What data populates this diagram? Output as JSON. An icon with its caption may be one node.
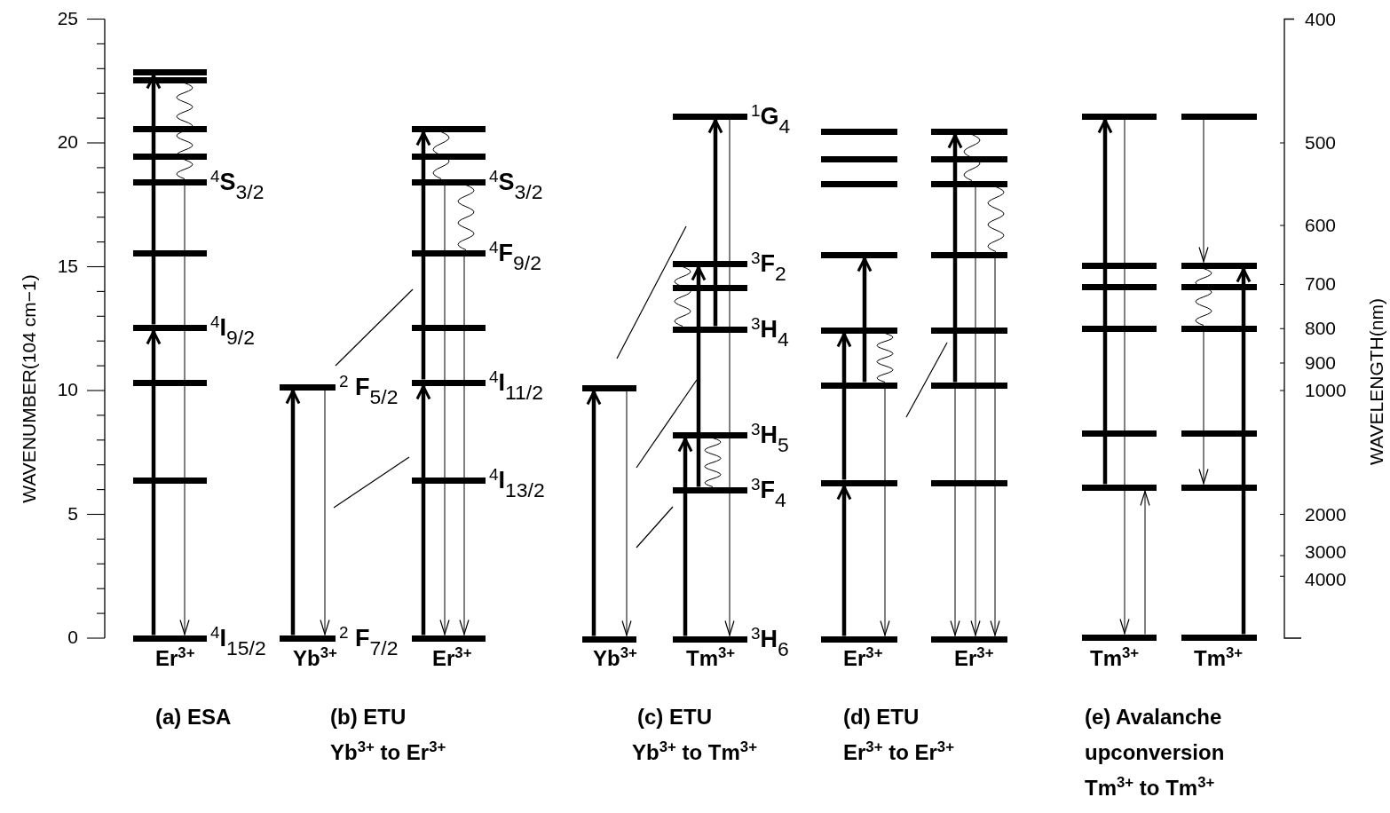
{
  "diagram": {
    "nodes": [
      {
        "text": [],
        "shape": "bar"
      },
      {
        "text": [],
        "shape": "bar"
      },
      {
        "text": [],
        "shape": "bar"
      },
      {
        "text": [],
        "shape": "bar"
      },
      {
        "text": [
          "$^{4}$S$_{3/2}$"
        ]
      },
      {
        "text": [],
        "shape": "bar"
      },
      {
        "text": [
          "$^{4}$I$_{9/2}$"
        ]
      },
      {
        "text": [],
        "shape": "bar"
      },
      {
        "text": [],
        "shape": "bar"
      },
      {
        "text": [
          "$^{4}$I$_{15/2}$"
        ]
      },
      {
        "text": [
          "$^{2}$ F$_{5/2}$"
        ]
      },
      {
        "text": [
          "$^{2}$ F$_{7/2}$"
        ]
      },
      {
        "text": [],
        "shape": "bar"
      },
      {
        "text": [],
        "shape": "bar"
      },
      {
        "text": [
          "$^{4}$S$_{3/2}$"
        ]
      },
      {
        "text": [
          "$^{4}$F$_{9/2}$"
        ]
      },
      {
        "text": [],
        "shape": "bar"
      },
      {
        "text": [
          "$^{4}$I$_{11/2}$"
        ]
      },
      {
        "text": [
          "$^{4}$I$_{13/2}$"
        ]
      },
      {
        "text": [],
        "shape": "bar"
      },
      {
        "text": [],
        "shape": "bar"
      },
      {
        "text": [],
        "shape": "bar"
      },
      {
        "text": [
          "$^{1}$G$_{4}$"
        ]
      },
      {
        "text": [
          "$^{3}$F$_{2}$"
        ]
      },
      {
        "text": [],
        "shape": "bar"
      },
      {
        "text": [
          "$^{3}$H$_{4}$"
        ]
      },
      {
        "text": [
          "$^{3}$H$_{5}$"
        ]
      },
      {
        "text": [
          "$^{3}$F$_{4}$"
        ]
      },
      {
        "text": [
          "$^{3}$H$_{6}$"
        ]
      },
      {
        "text": [],
        "shape": "bar"
      },
      {
        "text": [],
        "shape": "bar"
      },
      {
        "text": [],
        "shape": "bar"
      },
      {
        "text": [],
        "shape": "bar"
      },
      {
        "text": [],
        "shape": "bar"
      },
      {
        "text": [],
        "shape": "bar"
      },
      {
        "text": [],
        "shape": "bar"
      },
      {
        "text": [],
        "shape": "bar"
      },
      {
        "text": [],
        "shape": "bar"
      },
      {
        "text": [],
        "shape": "bar"
      },
      {
        "text": [],
        "shape": "bar"
      },
      {
        "text": [],
        "shape": "bar"
      },
      {
        "text": [],
        "shape": "bar"
      },
      {
        "text": [],
        "shape": "bar"
      },
      {
        "text": [],
        "shape": "bar"
      },
      {
        "text": [],
        "shape": "bar"
      },
      {
        "text": [],
        "shape": "bar"
      },
      {
        "text": [],
        "shape": "bar"
      },
      {
        "text": [],
        "shape": "bar"
      },
      {
        "text": [],
        "shape": "bar"
      },
      {
        "text": [],
        "shape": "bar"
      },
      {
        "text": [],
        "shape": "bar"
      },
      {
        "text": [],
        "shape": "bar"
      },
      {
        "text": [],
        "shape": "bar"
      },
      {
        "text": [],
        "shape": "bar"
      },
      {
        "text": [],
        "shape": "bar"
      },
      {
        "text": [],
        "shape": "bar"
      },
      {
        "text": [],
        "shape": "bar"
      },
      {
        "text": [],
        "shape": "bar"
      },
      {
        "text": [],
        "shape": "bar"
      }
    ],
    "edges": [
      {
        "from": 9,
        "to": 6,
        "arrow": "to",
        "style": "thick"
      },
      {
        "from": 6,
        "to": 0,
        "arrow": "to",
        "style": "thick"
      },
      {
        "from": 1,
        "to": 4,
        "arrow": "none"
      },
      {
        "from": 4,
        "to": 9,
        "arrow": "to"
      },
      {
        "from": 11,
        "to": 10,
        "arrow": "to",
        "style": "thick"
      },
      {
        "from": 10,
        "to": 11,
        "arrow": "to"
      },
      {
        "from": 19,
        "to": 17,
        "arrow": "to",
        "style": "thick"
      },
      {
        "from": 17,
        "to": 12,
        "arrow": "to",
        "style": "thick"
      },
      {
        "from": 12,
        "to": 14,
        "arrow": "none"
      },
      {
        "from": 14,
        "to": 15,
        "arrow": "none"
      },
      {
        "from": 14,
        "to": 19,
        "arrow": "to"
      },
      {
        "from": 15,
        "to": 19,
        "arrow": "to"
      },
      {
        "from": 21,
        "to": 20,
        "arrow": "to",
        "style": "thick"
      },
      {
        "from": 20,
        "to": 21,
        "arrow": "to"
      },
      {
        "from": 28,
        "to": 26,
        "arrow": "to",
        "style": "thick"
      },
      {
        "from": 26,
        "to": 27,
        "arrow": "none"
      },
      {
        "from": 27,
        "to": 23,
        "arrow": "to",
        "style": "thick"
      },
      {
        "from": 23,
        "to": 25,
        "arrow": "none"
      },
      {
        "from": 25,
        "to": 22,
        "arrow": "to",
        "style": "thick"
      },
      {
        "from": 22,
        "to": 28,
        "arrow": "to"
      },
      {
        "from": 36,
        "to": 35,
        "arrow": "to",
        "style": "thick"
      },
      {
        "from": 35,
        "to": 33,
        "arrow": "to",
        "style": "thick"
      },
      {
        "from": 34,
        "to": 32,
        "arrow": "to",
        "style": "thick"
      },
      {
        "from": 33,
        "to": 34,
        "arrow": "none"
      },
      {
        "from": 34,
        "to": 36,
        "arrow": "to"
      },
      {
        "from": 42,
        "to": 37,
        "arrow": "to",
        "style": "thick"
      },
      {
        "from": 37,
        "to": 39,
        "arrow": "none"
      },
      {
        "from": 39,
        "to": 40,
        "arrow": "none"
      },
      {
        "from": 42,
        "to": 44,
        "arrow": "to"
      },
      {
        "from": 39,
        "to": 44,
        "arrow": "to"
      },
      {
        "from": 40,
        "to": 44,
        "arrow": "to"
      },
      {
        "from": 50,
        "to": 45,
        "arrow": "to",
        "style": "thick"
      },
      {
        "from": 45,
        "to": 51,
        "arrow": "to"
      },
      {
        "from": 51,
        "to": 50,
        "arrow": "to"
      },
      {
        "from": 52,
        "to": 53,
        "arrow": "to"
      },
      {
        "from": 53,
        "to": 55,
        "arrow": "none"
      },
      {
        "from": 55,
        "to": 57,
        "arrow": "to"
      },
      {
        "from": 58,
        "to": 53,
        "arrow": "to",
        "style": "thick"
      }
    ],
    "labels": [
      "0",
      "5",
      "10",
      "15",
      "20",
      "25",
      "WAVENUMBER(104 cm−1)",
      "400",
      "500",
      "600",
      "700",
      "800",
      "900",
      "1000",
      "2000",
      "3000",
      "4000",
      "WAVELENGTH(nm)",
      "Er$^{3+}$",
      "Yb$^{3+}$",
      "Er$^{3+}$",
      "Yb$^{3+}$",
      "Tm$^{3+}$",
      "Er$^{3+}$",
      "Er$^{3+}$",
      "Tm$^{3+}$",
      "Tm$^{3+}$",
      "(a) ESA",
      "(b) ETU",
      "Yb$^{3+}$  to Er$^{3+}$",
      "(c) ETU",
      "Yb$^{3+}$  to Tm$^{3+}$",
      "(d) ETU",
      "Er$^{3+}$ to Er$^{3+}$",
      "(e) Avalanche upconversion",
      "Tm$^{3+}$  to Tm$^{3+}$"
    ]
  }
}
